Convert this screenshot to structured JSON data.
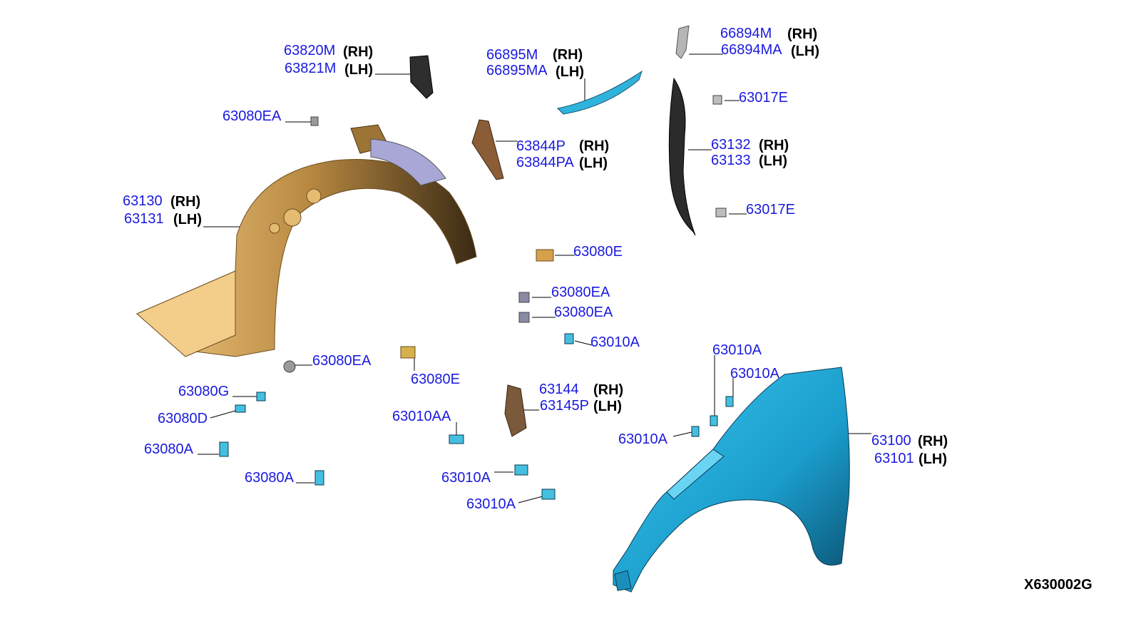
{
  "diagram_code": "X630002G",
  "colors": {
    "part_number": "#1a1adf",
    "side_marker": "#000000",
    "fender": "#1fa9d6",
    "wheel_liner": "#c49a52",
    "bracket": "#7a5a3a",
    "fastener": "#45bfe0"
  },
  "labels": {
    "p63820M": "63820M",
    "p63821M": "63821M",
    "p66895M": "66895M",
    "p66895MA": "66895MA",
    "p66894M": "66894M",
    "p66894MA": "66894MA",
    "p63080EA_1": "63080EA",
    "p63017E_1": "63017E",
    "p63844P": "63844P",
    "p63844PA": "63844PA",
    "p63132": "63132",
    "p63133": "63133",
    "p63130": "63130",
    "p63131": "63131",
    "p63017E_2": "63017E",
    "p63080E_1": "63080E",
    "p63080EA_2": "63080EA",
    "p63080EA_3": "63080EA",
    "p63010A_1": "63010A",
    "p63010A_2": "63010A",
    "p63080EA_4": "63080EA",
    "p63010A_3": "63010A",
    "p63080E_2": "63080E",
    "p63144": "63144",
    "p63145P": "63145P",
    "p63080G": "63080G",
    "p63080D": "63080D",
    "p63010AA": "63010AA",
    "p63010A_4": "63010A",
    "p63100": "63100",
    "p63101": "63101",
    "p63080A_1": "63080A",
    "p63080A_2": "63080A",
    "p63010A_5": "63010A",
    "p63010A_6": "63010A",
    "rh": "(RH)",
    "lh": "(LH)"
  }
}
